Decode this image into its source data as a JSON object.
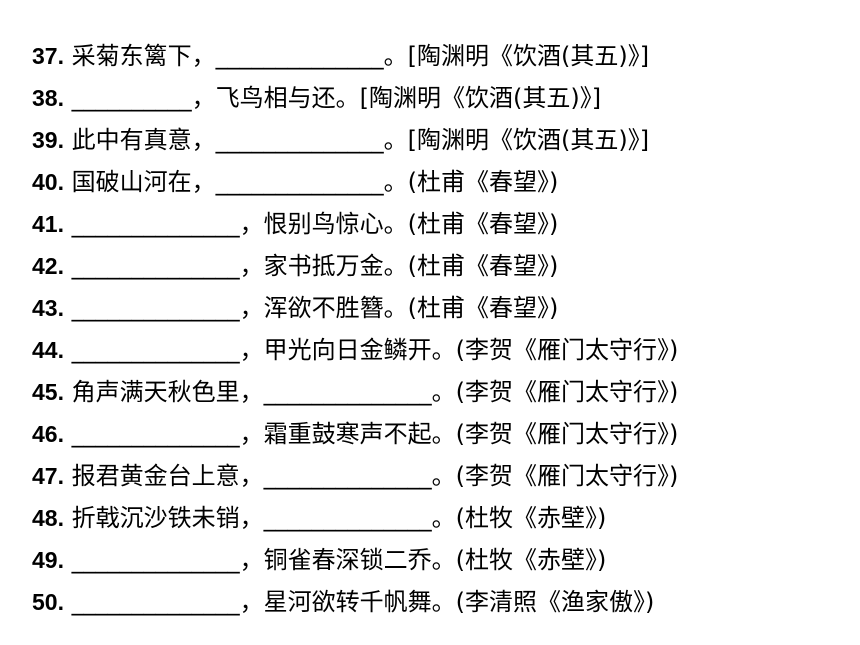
{
  "page": {
    "background_color": "#ffffff",
    "text_color": "#000000"
  },
  "questions": [
    {
      "number": "37",
      "sep": ".",
      "text": "采菊东篱下，______________。[陶渊明《饮酒(其五)》]"
    },
    {
      "number": "38",
      "sep": ".",
      "text": "__________，飞鸟相与还。[陶渊明《饮酒(其五)》]"
    },
    {
      "number": "39",
      "sep": ".",
      "text": "此中有真意，______________。[陶渊明《饮酒(其五)》]"
    },
    {
      "number": "40",
      "sep": ".",
      "text": "国破山河在，______________。(杜甫《春望》)"
    },
    {
      "number": "41",
      "sep": ".",
      "text": "______________，恨别鸟惊心。(杜甫《春望》)"
    },
    {
      "number": "42",
      "sep": ".",
      "text": "______________，家书抵万金。(杜甫《春望》)"
    },
    {
      "number": "43",
      "sep": ".",
      "text": "______________，浑欲不胜簪。(杜甫《春望》)"
    },
    {
      "number": "44",
      "sep": ".",
      "text": "______________，甲光向日金鳞开。(李贺《雁门太守行》)"
    },
    {
      "number": "45",
      "sep": ".",
      "text": "角声满天秋色里，______________。(李贺《雁门太守行》)"
    },
    {
      "number": "46",
      "sep": ".",
      "text": "______________，霜重鼓寒声不起。(李贺《雁门太守行》)"
    },
    {
      "number": "47",
      "sep": ".",
      "text": "报君黄金台上意，______________。(李贺《雁门太守行》)"
    },
    {
      "number": "48",
      "sep": ".",
      "text": "折戟沉沙铁未销，______________。(杜牧《赤壁》)"
    },
    {
      "number": "49",
      "sep": ".",
      "text": "______________，铜雀春深锁二乔。(杜牧《赤壁》)"
    },
    {
      "number": "50",
      "sep": ".",
      "text": "______________，星河欲转千帆舞。(李清照《渔家傲》)"
    }
  ]
}
